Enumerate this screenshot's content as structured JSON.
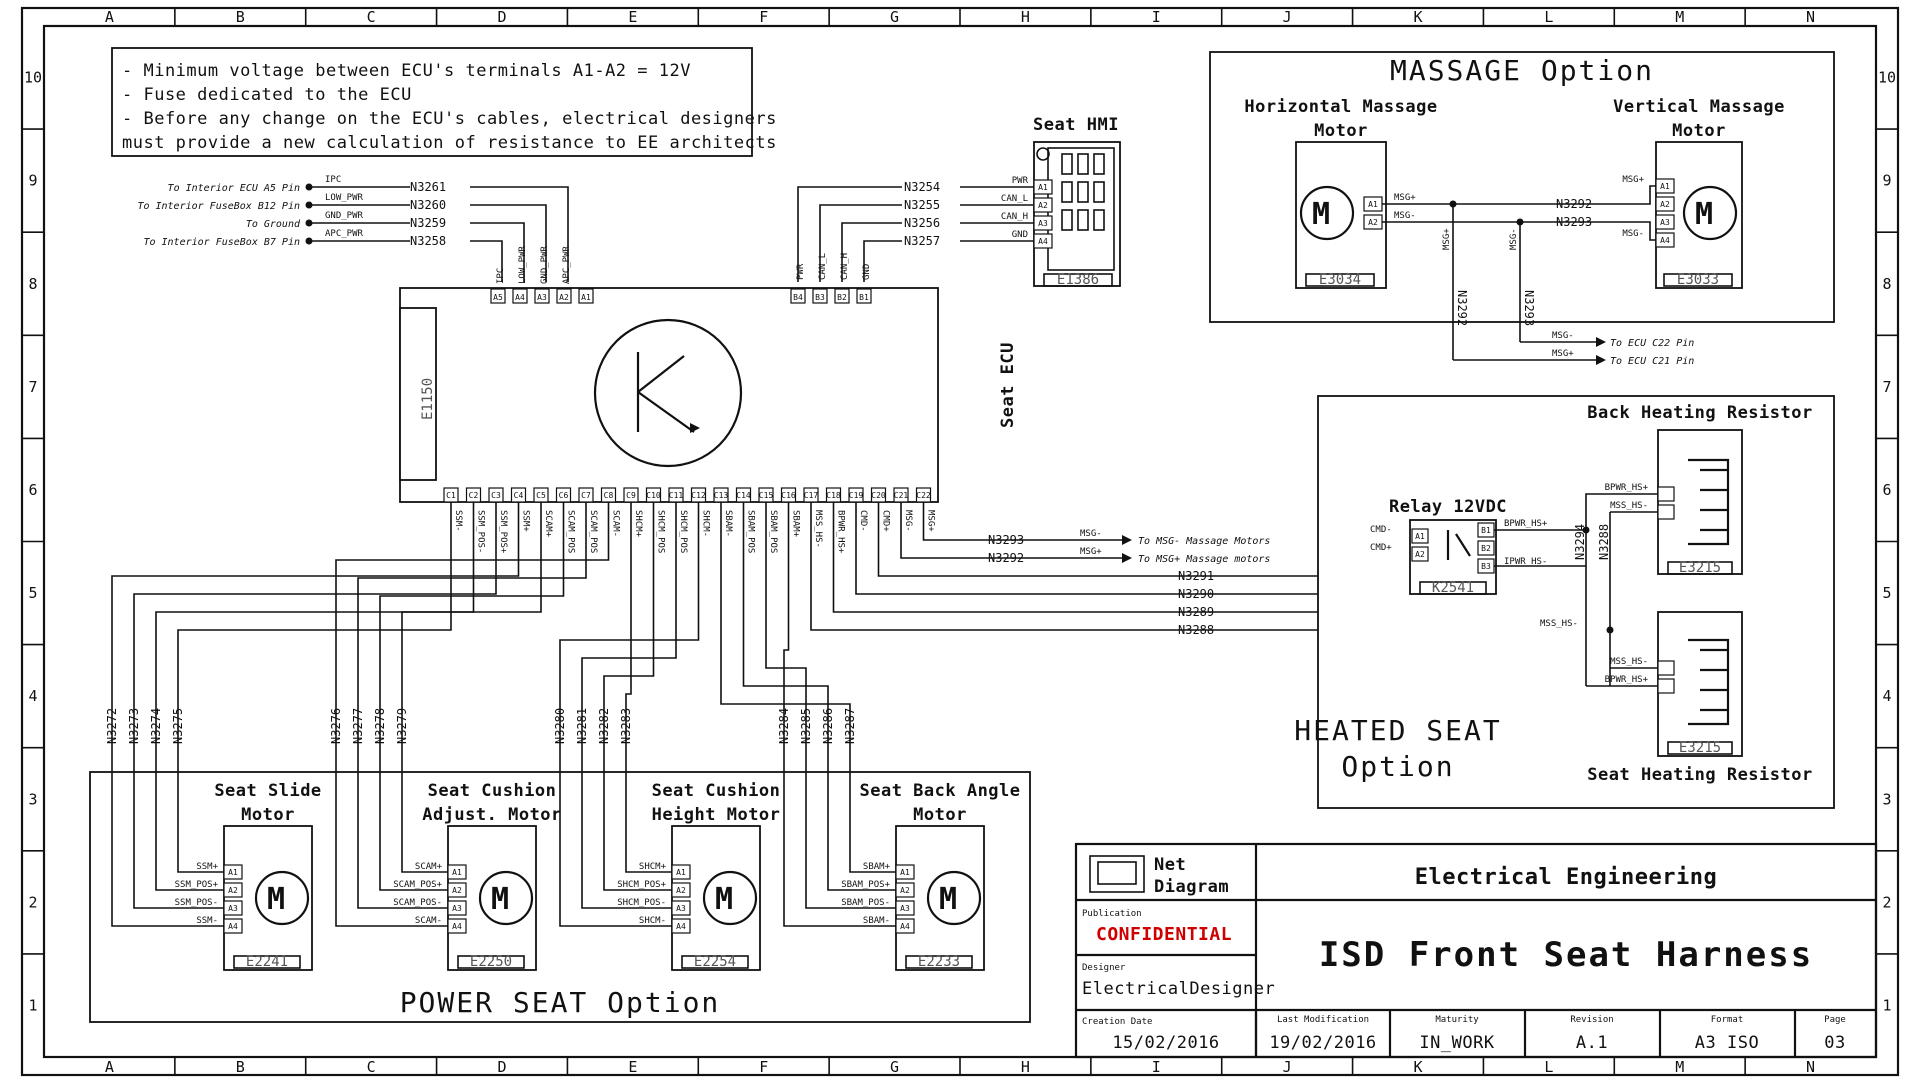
{
  "grid": {
    "columns": [
      "A",
      "B",
      "C",
      "D",
      "E",
      "F",
      "G",
      "H",
      "I",
      "J",
      "K",
      "L",
      "M",
      "N"
    ],
    "rows": [
      "10",
      "9",
      "8",
      "7",
      "6",
      "5",
      "4",
      "3",
      "2",
      "1"
    ]
  },
  "notes": [
    "- Minimum voltage between ECU's terminals A1-A2 = 12V",
    "- Fuse dedicated to the ECU",
    "- Before any change on the ECU's cables, electrical designers",
    "  must provide a new calculation of resistance to EE architects"
  ],
  "ecu": {
    "ref": "E1150",
    "name": "Seat ECU",
    "top_left_pins": {
      "labels": [
        "A5",
        "A4",
        "A3",
        "A2",
        "A1"
      ],
      "signals": [
        "APC_PWR",
        "GND_PWR",
        "LOW_PWR",
        "IPC"
      ]
    },
    "top_right_pins": {
      "labels": [
        "B4",
        "B3",
        "B2",
        "B1"
      ],
      "signals": [
        "PWR",
        "CAN_L",
        "CAN_H",
        "GND"
      ]
    },
    "bottom_pins": {
      "labels": [
        "C1",
        "C2",
        "C3",
        "C4",
        "C5",
        "C6",
        "C7",
        "C8",
        "C9",
        "C10",
        "C11",
        "C12",
        "C13",
        "C14",
        "C15",
        "C16",
        "C17",
        "C18",
        "C19",
        "C20",
        "C21",
        "C22"
      ],
      "signals": [
        "SSM-",
        "SSM_POS-",
        "SSM_POS+",
        "SSM+",
        "SCAM+",
        "SCAM_POS",
        "SCAM_POS",
        "SCAM-",
        "SHCM+",
        "SHCM_POS",
        "SHCM_POS",
        "SHCM-",
        "SBAM-",
        "SBAM_POS",
        "SBAM_POS",
        "SBAM+",
        "MSS_HS-",
        "BPWR_HS+",
        "CMD-",
        "CMD+",
        "MSG-",
        "MSG+"
      ]
    }
  },
  "left_inputs": [
    {
      "dest": "To Interior ECU A5 Pin",
      "signal": "IPC",
      "net": "N3261"
    },
    {
      "dest": "To Interior FuseBox B12 Pin",
      "signal": "LOW_PWR",
      "net": "N3260"
    },
    {
      "dest": "To Ground",
      "signal": "GND_PWR",
      "net": "N3259"
    },
    {
      "dest": "To Interior FuseBox B7 Pin",
      "signal": "APC_PWR",
      "net": "N3258"
    }
  ],
  "hmi": {
    "title": "Seat HMI",
    "ref": "E1386",
    "pins": [
      "A1",
      "A2",
      "A3",
      "A4"
    ],
    "signals": [
      "PWR",
      "CAN_L",
      "CAN_H",
      "GND"
    ],
    "nets": [
      "N3254",
      "N3255",
      "N3256",
      "N3257"
    ]
  },
  "massage": {
    "title": "MASSAGE Option",
    "horizontal_motor": {
      "title_line1": "Horizontal Massage",
      "title_line2": "Motor",
      "ref": "E3034",
      "pins": [
        "A1",
        "A2"
      ],
      "signals": [
        "MSG+",
        "MSG-"
      ]
    },
    "vertical_motor": {
      "title_line1": "Vertical Massage",
      "title_line2": "Motor",
      "ref": "E3033",
      "pins": [
        "A1",
        "A2",
        "A3",
        "A4"
      ],
      "signals": [
        "MSG+",
        "MSG-"
      ]
    },
    "nets": [
      "N3292",
      "N3293"
    ],
    "vertical_signals": [
      "MSG+",
      "MSG-"
    ],
    "outputs": [
      {
        "signal": "MSG-",
        "dest": "To ECU C22 Pin"
      },
      {
        "signal": "MSG+",
        "dest": "To ECU C21 Pin"
      }
    ]
  },
  "ecu_outputs": [
    {
      "net": "N3293",
      "signal": "MSG-",
      "dest": "To MSG- Massage Motors"
    },
    {
      "net": "N3292",
      "signal": "MSG+",
      "dest": "To MSG+ Massage motors"
    }
  ],
  "heat_nets": [
    "N3291",
    "N3290",
    "N3289",
    "N3288"
  ],
  "heated": {
    "title_line1": "HEATED SEAT",
    "title_line2": "Option",
    "relay": {
      "title": "Relay 12VDC",
      "ref": "K2541",
      "in_signals": [
        "CMD-",
        "CMD+"
      ],
      "out_signals": [
        "BPWR_HS+",
        "IPWR_HS-"
      ],
      "pins": [
        "A1",
        "A2",
        "B1",
        "B2",
        "B3"
      ]
    },
    "back_resistor": {
      "title": "Back Heating Resistor",
      "ref": "E3215",
      "signals": [
        "BPWR_HS+",
        "MSS_HS-"
      ]
    },
    "seat_resistor": {
      "title": "Seat Heating Resistor",
      "ref": "E3215",
      "signals": [
        "MSS_HS-",
        "BPWR_HS+"
      ]
    },
    "mid_signal": "MSS_HS-",
    "vertical_nets": [
      "N3294",
      "N3288"
    ]
  },
  "power_seat": {
    "title": "POWER SEAT Option",
    "motors": [
      {
        "title_line1": "Seat Slide",
        "title_line2": "Motor",
        "ref": "E2241",
        "nets": [
          "N3272",
          "N3273",
          "N3274",
          "N3275"
        ],
        "signals": [
          "SSM+",
          "SSM_POS+",
          "SSM_POS-",
          "SSM-"
        ]
      },
      {
        "title_line1": "Seat Cushion",
        "title_line2": "Adjust. Motor",
        "ref": "E2250",
        "nets": [
          "N3276",
          "N3277",
          "N3278",
          "N3279"
        ],
        "signals": [
          "SCAM+",
          "SCAM_POS+",
          "SCAM_POS-",
          "SCAM-"
        ]
      },
      {
        "title_line1": "Seat Cushion",
        "title_line2": "Height Motor",
        "ref": "E2254",
        "nets": [
          "N3280",
          "N3281",
          "N3282",
          "N3283"
        ],
        "signals": [
          "SHCM+",
          "SHCM_POS+",
          "SHCM_POS-",
          "SHCM-"
        ]
      },
      {
        "title_line1": "Seat Back Angle",
        "title_line2": "Motor",
        "ref": "E2233",
        "nets": [
          "N3284",
          "N3285",
          "N3286",
          "N3287"
        ],
        "signals": [
          "SBAM+",
          "SBAM_POS+",
          "SBAM_POS-",
          "SBAM-"
        ]
      }
    ],
    "motor_pins": [
      "A1",
      "A2",
      "A3",
      "A4"
    ]
  },
  "title_block": {
    "logo_line1": "Net",
    "logo_line2": "Diagram",
    "department": "Electrical Engineering",
    "publication_label": "Publication",
    "publication": "CONFIDENTIAL",
    "designer_label": "Designer",
    "designer": "ElectricalDesigner",
    "title": "ISD Front Seat Harness",
    "creation_label": "Creation Date",
    "creation": "15/02/2016",
    "modification_label": "Last Modification",
    "modification": "19/02/2016",
    "maturity_label": "Maturity",
    "maturity": "IN_WORK",
    "revision_label": "Revision",
    "revision": "A.1",
    "format_label": "Format",
    "format": "A3 ISO",
    "page_label": "Page",
    "page": "03"
  },
  "colors": {
    "line": "#111111",
    "confidential": "#d00000"
  }
}
